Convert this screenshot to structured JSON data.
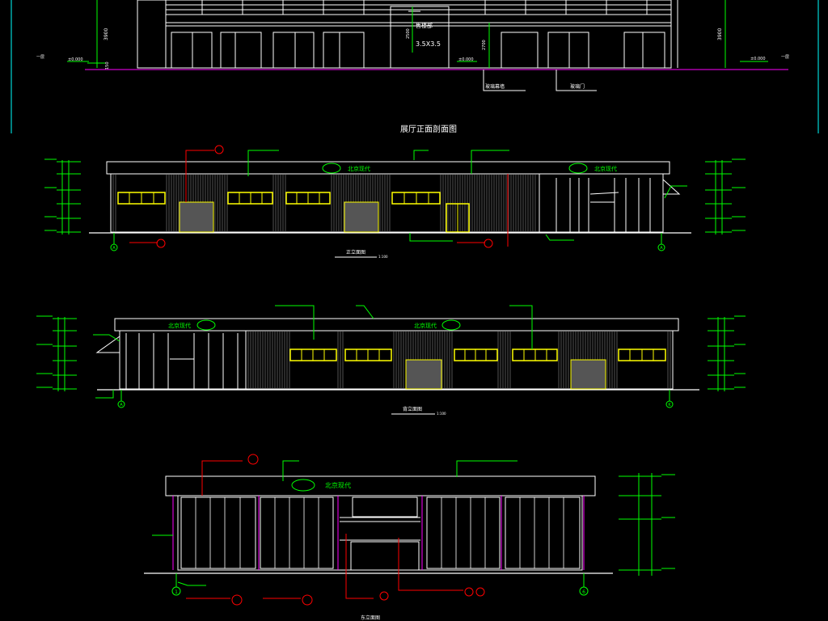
{
  "colors": {
    "background": "#000000",
    "line": "#ffffff",
    "dimension": "#00ff00",
    "annotation": "#ff0000",
    "window_frame": "#ffff00",
    "accent": "#ff00ff",
    "text": "#ffffff",
    "guide": "#00ffff"
  },
  "top_section": {
    "center_label": "售楼部",
    "opening_size": "3.5X3.5",
    "dim_left": "3900",
    "dim_right": "3900",
    "dim_mid_1": "2500",
    "dim_mid_2": "2700",
    "elevation_left": "±0.000",
    "elevation_mid": "±0.000",
    "elevation_right": "±0.000",
    "callout_1": "玻璃幕墙",
    "callout_2": "玻璃门",
    "side_mark_left": "一层",
    "side_mark_right": "一层",
    "ground_label": "150"
  },
  "section_title": "展厅正面剖面图",
  "elevation_1": {
    "logo_text_1": "北京现代",
    "logo_text_2": "北京现代",
    "axis_left": "A",
    "axis_right": "A",
    "caption": "正立面图",
    "scale": "1:100"
  },
  "elevation_2": {
    "logo_text_1": "北京现代",
    "logo_text_2": "北京现代",
    "axis_left": "A",
    "axis_right": "K",
    "caption": "背立面图",
    "scale": "1:100"
  },
  "elevation_3": {
    "logo_text": "北京现代",
    "axis_left": "1",
    "axis_right": "6",
    "caption": "东立面图"
  }
}
